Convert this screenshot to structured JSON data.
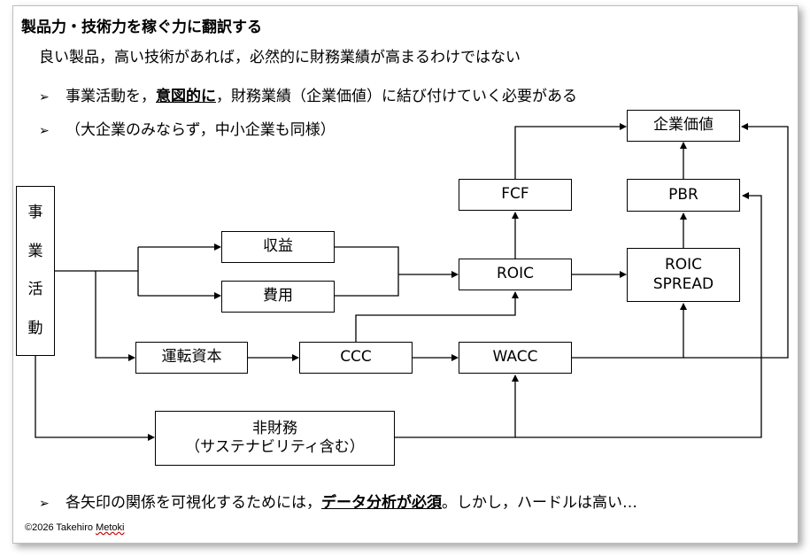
{
  "title": "製品力・技術力を稼ぐ力に翻訳する",
  "subtitle": "良い製品，高い技術があれば，必然的に財務業績が高まるわけではない",
  "bullets": {
    "b1_pre": "事業活動を，",
    "b1_emph": "意図的に",
    "b1_post": "，財務業績（企業価値）に結び付けていく必要がある",
    "b2": "（大企業のみならず，中小企業も同様）",
    "b3_pre": "各矢印の関係を可視化するためには，",
    "b3_emph": "データ分析が必須",
    "b3_post": "。しかし，ハードルは高い…",
    "marker": "➢"
  },
  "nodes": {
    "business_activity": [
      "事",
      "業",
      "活",
      "動"
    ],
    "revenue": "収益",
    "cost": "費用",
    "working_capital": "運転資本",
    "ccc": "CCC",
    "non_financial_1": "非財務",
    "non_financial_2": "（サステナビリティ含む）",
    "fcf": "FCF",
    "roic": "ROIC",
    "wacc": "WACC",
    "roic_spread_1": "ROIC",
    "roic_spread_2": "SPREAD",
    "pbr": "PBR",
    "enterprise_value": "企業価値"
  },
  "copyright": {
    "prefix": "©2026 Takehiro ",
    "name": "Metoki"
  }
}
